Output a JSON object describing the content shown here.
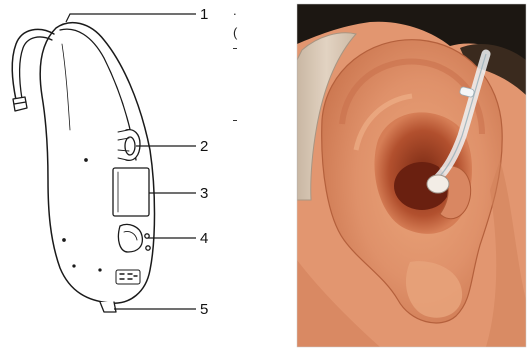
{
  "callouts": [
    {
      "number": "1"
    },
    {
      "number": "2"
    },
    {
      "number": "3"
    },
    {
      "number": "4"
    },
    {
      "number": "5"
    }
  ],
  "stray_marks": [
    ".",
    "("
  ],
  "colors": {
    "line_art": "#1a1a1a",
    "skin": "#e39a6e",
    "skin_shadow": "#b85a38",
    "hair": "#1c1712",
    "device_body": "#d8c7b3",
    "tube": "#e6ecef"
  },
  "panels": {
    "left": {
      "content": "hearing-aid-line-drawing"
    },
    "right": {
      "content": "ear-with-hearing-aid-photo"
    }
  }
}
